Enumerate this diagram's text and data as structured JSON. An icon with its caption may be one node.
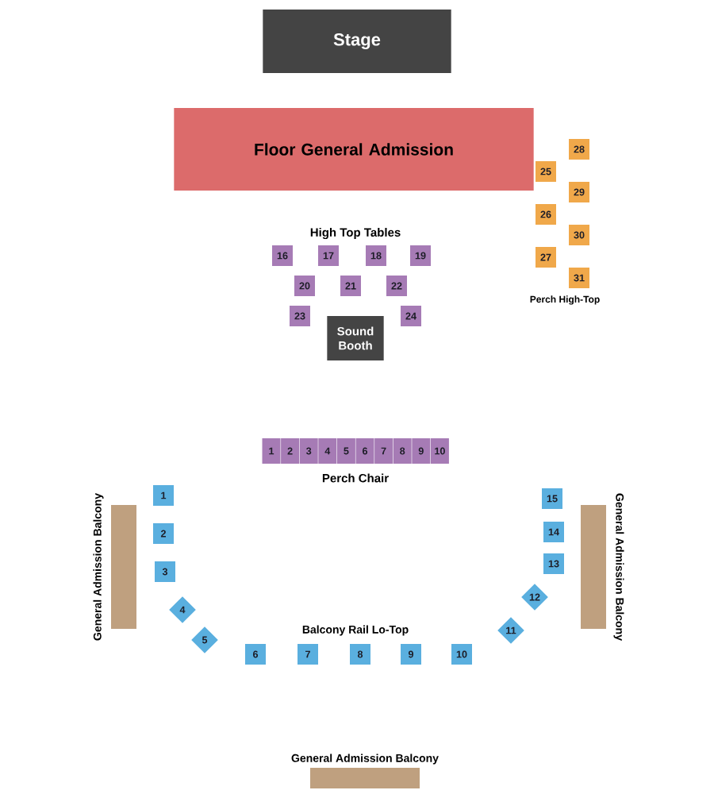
{
  "diagram": {
    "nodes": [
      {
        "text": [
          "Stage"
        ]
      },
      {
        "text": [
          "Floor General Admission"
        ]
      },
      {
        "text": [
          "28"
        ]
      },
      {
        "text": [
          "25"
        ]
      },
      {
        "text": [
          "29"
        ]
      },
      {
        "text": [
          "26"
        ]
      },
      {
        "text": [
          "30"
        ]
      },
      {
        "text": [
          "27"
        ]
      },
      {
        "text": [
          "31"
        ]
      },
      {
        "text": [
          "16"
        ]
      },
      {
        "text": [
          "17"
        ]
      },
      {
        "text": [
          "18"
        ]
      },
      {
        "text": [
          "19"
        ]
      },
      {
        "text": [
          "20"
        ]
      },
      {
        "text": [
          "21"
        ]
      },
      {
        "text": [
          "22"
        ]
      },
      {
        "text": [
          "23"
        ]
      },
      {
        "text": [
          "24"
        ]
      },
      {
        "text": [
          "Sound Booth"
        ]
      },
      {
        "text": [
          "1"
        ]
      },
      {
        "text": [
          "2"
        ]
      },
      {
        "text": [
          "3"
        ]
      },
      {
        "text": [
          "4"
        ]
      },
      {
        "text": [
          "5"
        ]
      },
      {
        "text": [
          "6"
        ]
      },
      {
        "text": [
          "7"
        ]
      },
      {
        "text": [
          "8"
        ]
      },
      {
        "text": [
          "9"
        ]
      },
      {
        "text": [
          "10"
        ]
      },
      {
        "text": [
          "1"
        ]
      },
      {
        "text": [
          "2"
        ]
      },
      {
        "text": [
          "3"
        ]
      },
      {
        "text": [
          "4"
        ]
      },
      {
        "text": [
          "5"
        ]
      },
      {
        "text": [
          "6"
        ]
      },
      {
        "text": [
          "7"
        ]
      },
      {
        "text": [
          "8"
        ]
      },
      {
        "text": [
          "9"
        ]
      },
      {
        "text": [
          "10"
        ]
      },
      {
        "text": [
          "11"
        ]
      },
      {
        "text": [
          "12"
        ]
      },
      {
        "text": [
          "13"
        ]
      },
      {
        "text": [
          "14"
        ]
      },
      {
        "text": [
          "15"
        ]
      },
      {
        "text": [
          "General Admission Balcony"
        ]
      },
      {
        "text": [
          "General Admission Balcony"
        ]
      },
      {
        "text": [
          "General Admission Balcony"
        ]
      }
    ],
    "labels": [
      "High Top Tables",
      "Perch High-Top",
      "Perch Chair",
      "Balcony Rail Lo-Top"
    ]
  }
}
